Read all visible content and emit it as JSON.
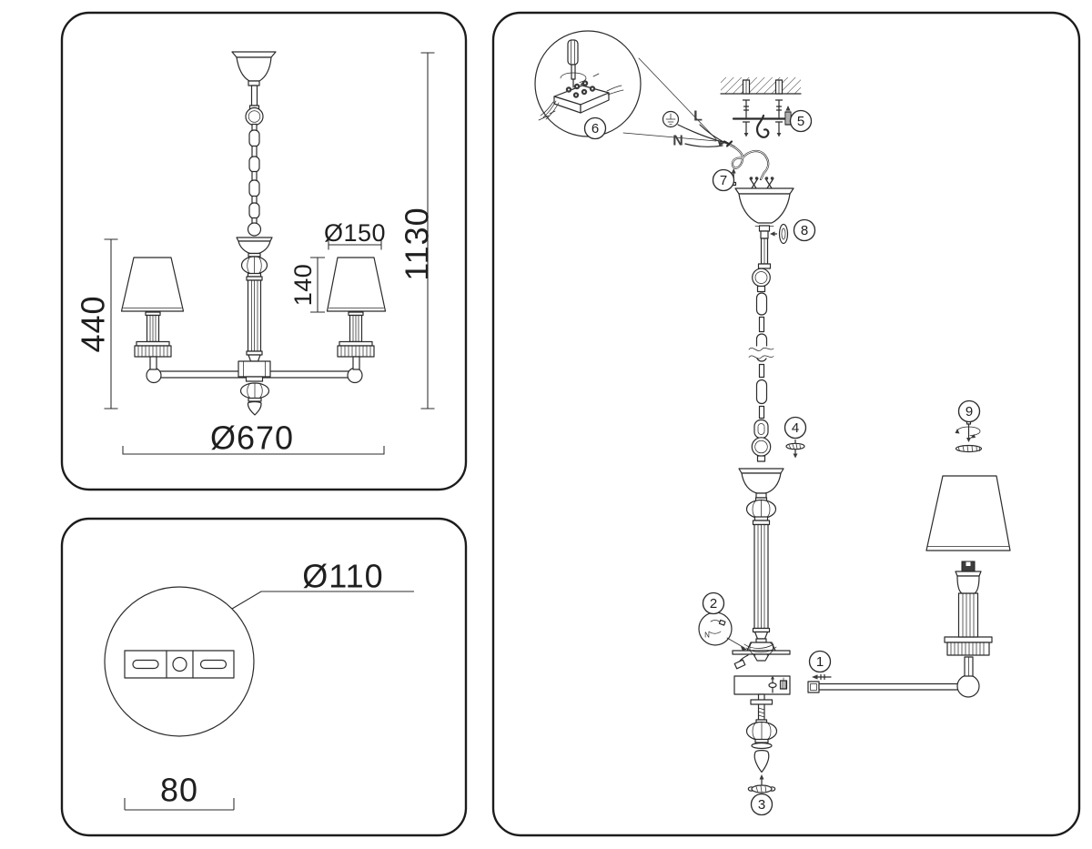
{
  "drawing": {
    "front_view": {
      "total_height": "1130",
      "body_height": "440",
      "shade_height": "140",
      "shade_diameter": "Ø150",
      "fixture_diameter": "Ø670"
    },
    "mount_view": {
      "plate_diameter": "Ø110",
      "hole_spacing": "80"
    },
    "assembly": {
      "live_label": "L",
      "neutral_label": "N",
      "detail_neutral_label": "N",
      "callouts": [
        {
          "label": "1"
        },
        {
          "label": "2"
        },
        {
          "label": "3"
        },
        {
          "label": "4"
        },
        {
          "label": "5"
        },
        {
          "label": "6"
        },
        {
          "label": "7"
        },
        {
          "label": "8"
        },
        {
          "label": "9"
        }
      ]
    },
    "colors": {
      "line": "#2b2b2b",
      "panel_border": "#1c1c1c",
      "background": "#ffffff"
    }
  }
}
